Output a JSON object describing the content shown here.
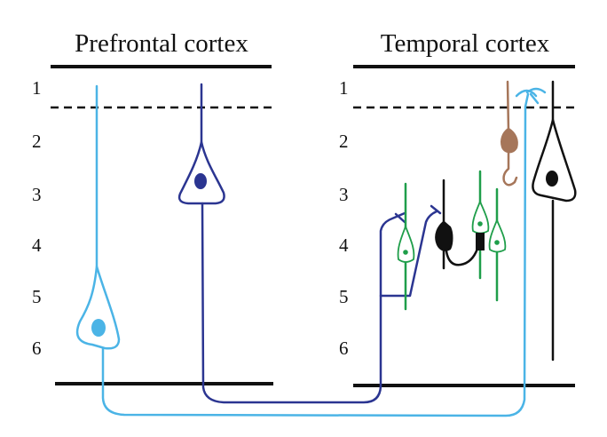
{
  "titles": {
    "left": "Prefrontal cortex",
    "right": "Temporal cortex"
  },
  "layers": {
    "left": [
      "1",
      "2",
      "3",
      "4",
      "5",
      "6"
    ],
    "right": [
      "1",
      "2",
      "3",
      "4",
      "5",
      "6"
    ]
  },
  "colors": {
    "frame": "#111111",
    "light_blue_neuron": "#4bb4e6",
    "dark_blue_neuron": "#2b3591",
    "green_interneuron": "#1f9e4a",
    "brown_interneuron": "#a6765a",
    "black_neuron": "#111111"
  }
}
